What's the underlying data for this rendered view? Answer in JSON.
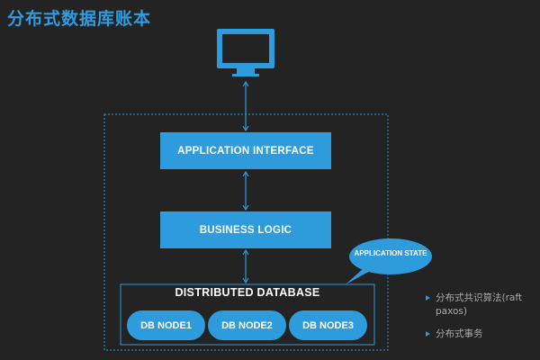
{
  "title": "分布式数据库账本",
  "diagram": {
    "application_interface": "APPLICATION INTERFACE",
    "business_logic": "BUSINESS LOGIC",
    "distributed_database": "DISTRIBUTED DATABASE",
    "nodes": [
      "DB NODE1",
      "DB NODE2",
      "DB NODE3"
    ],
    "application_state": "APPLICATION STATE"
  },
  "bullets": [
    "分布式共识算法(raft paxos)",
    "分布式事务"
  ],
  "colors": {
    "accent": "#2e9bdc",
    "title": "#2f9be0",
    "background": "#232323",
    "bullet_text": "#a9a9a9"
  },
  "icons": [
    "monitor-icon",
    "double-arrow-icon",
    "bullet-triangle-icon"
  ]
}
